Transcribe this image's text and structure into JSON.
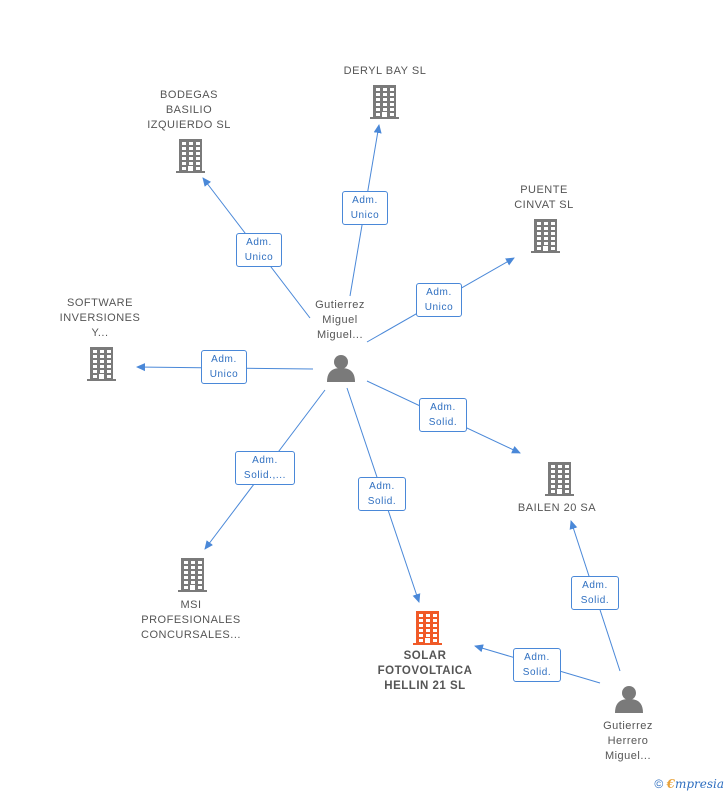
{
  "nodes": {
    "center_person": [
      "Gutierrez",
      "Miguel",
      "Miguel..."
    ],
    "bottom_person": [
      "Gutierrez",
      "Herrero",
      "Miguel..."
    ],
    "deryl_bay": [
      "DERYL BAY SL"
    ],
    "bodegas": [
      "BODEGAS",
      "BASILIO",
      "IZQUIERDO SL"
    ],
    "puente": [
      "PUENTE",
      "CINVAT SL"
    ],
    "software": [
      "SOFTWARE",
      "INVERSIONES",
      "Y..."
    ],
    "bailen": [
      "BAILEN 20 SA"
    ],
    "msi": [
      "MSI",
      "PROFESIONALES",
      "CONCURSALES..."
    ],
    "solar": [
      "SOLAR",
      "FOTOVOLTAICA",
      "HELLIN 21 SL"
    ]
  },
  "edges": {
    "to_bodegas": [
      "Adm.",
      "Unico"
    ],
    "to_deryl": [
      "Adm.",
      "Unico"
    ],
    "to_puente": [
      "Adm.",
      "Unico"
    ],
    "to_software": [
      "Adm.",
      "Unico"
    ],
    "to_bailen": [
      "Adm.",
      "Solid."
    ],
    "to_msi": [
      "Adm.",
      "Solid.,..."
    ],
    "to_solar": [
      "Adm.",
      "Solid."
    ],
    "bottom_to_bailen": [
      "Adm.",
      "Solid."
    ],
    "bottom_to_solar": [
      "Adm.",
      "Solid."
    ]
  },
  "colors": {
    "edge": "#4a88d8",
    "company_icon": "#7a7a7a",
    "main_company_icon": "#f05a28",
    "person_icon": "#7a7a7a"
  },
  "copyright": {
    "symbol": "©",
    "brand_initial": "€",
    "brand_rest": "mpresia"
  }
}
